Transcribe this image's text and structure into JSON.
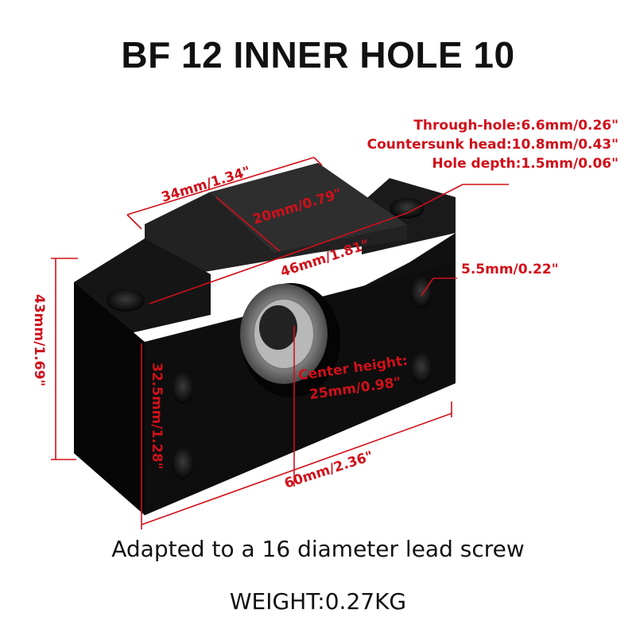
{
  "title": "BF 12 INNER HOLE 10",
  "specs": {
    "through_hole": "Through-hole:6.6mm/0.26\"",
    "countersunk_head": "Countersunk head:10.8mm/0.43\"",
    "hole_depth": "Hole depth:1.5mm/0.06\""
  },
  "dimensions": {
    "top_width": "34mm/1.34\"",
    "top_depth": "20mm/0.79\"",
    "hole_spacing": "46mm/1.81\"",
    "side_hole": "5.5mm/0.22\"",
    "height": "43mm/1.69\"",
    "body_height": "32.5mm/1.28\"",
    "center_height_label": "Center height:",
    "center_height_value": "25mm/0.98\"",
    "length": "60mm/2.36\""
  },
  "caption": "Adapted to a 16 diameter lead screw",
  "weight": "WEIGHT:0.27KG",
  "colors": {
    "accent": "#d0101a",
    "body": "#0c0c0c",
    "text": "#111111"
  }
}
